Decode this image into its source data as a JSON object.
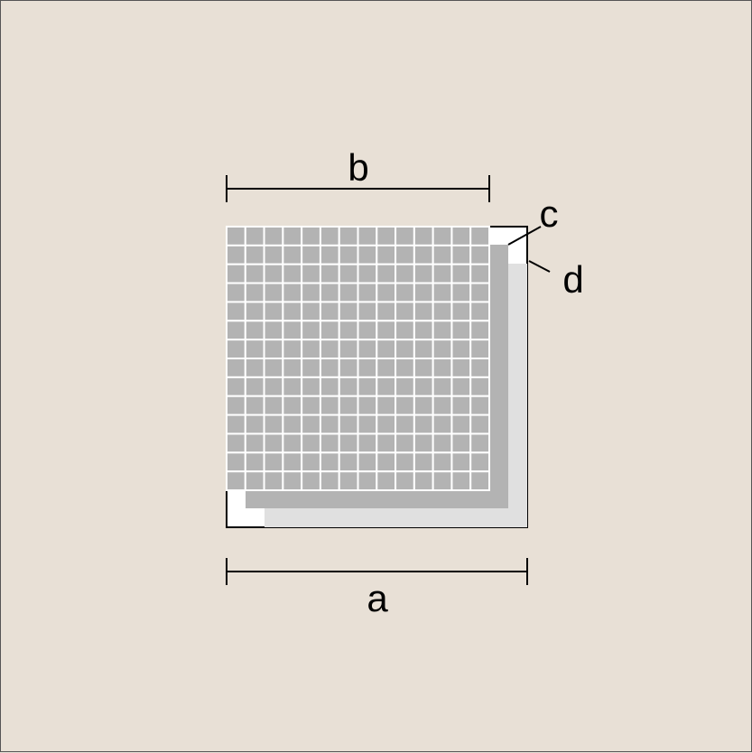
{
  "labels": {
    "a": "a",
    "b": "b",
    "c": "c",
    "d": "d"
  },
  "grid": {
    "rows": 14,
    "cols": 14
  },
  "colors": {
    "background": "#e8e0d6",
    "cell_fill": "#b3b3b3",
    "cell_line": "#ffffff",
    "shadow_dark": "#b3b3b3",
    "shadow_light": "#e0e0e0",
    "paper": "#ffffff",
    "ink": "#000000"
  }
}
